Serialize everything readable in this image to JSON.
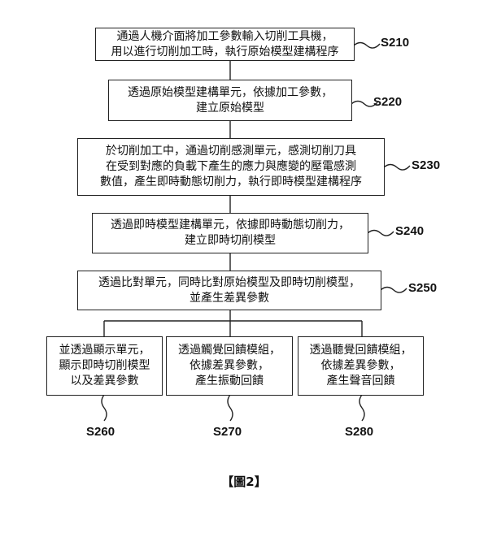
{
  "steps": [
    {
      "id": "S210",
      "lines": [
        "通過人機介面將加工參數輸入切削工具機，",
        "用以進行切削加工時，執行原始模型建構程序"
      ]
    },
    {
      "id": "S220",
      "lines": [
        "透過原始模型建構單元，依據加工參數，",
        "建立原始模型"
      ]
    },
    {
      "id": "S230",
      "lines": [
        "於切削加工中，通過切削感測單元，感測切削刀具",
        "在受到對應的負載下產生的應力與應變的壓電感測",
        "數值，產生即時動態切削力，執行即時模型建構程序"
      ]
    },
    {
      "id": "S240",
      "lines": [
        "透過即時模型建構單元，依據即時動態切削力，",
        "建立即時切削模型"
      ]
    },
    {
      "id": "S250",
      "lines": [
        "透過比對單元，同時比對原始模型及即時切削模型，",
        "並產生差異參數"
      ]
    },
    {
      "id": "S260",
      "lines": [
        "並透過顯示單元，",
        "顯示即時切削模型",
        "以及差異參數"
      ]
    },
    {
      "id": "S270",
      "lines": [
        "透過觸覺回饋模組，",
        "依據差異參數，",
        "產生振動回饋"
      ]
    },
    {
      "id": "S280",
      "lines": [
        "透過聽覺回饋模組，",
        "依據差異參數，",
        "產生聲音回饋"
      ]
    }
  ],
  "figure_caption": "【圖2】"
}
